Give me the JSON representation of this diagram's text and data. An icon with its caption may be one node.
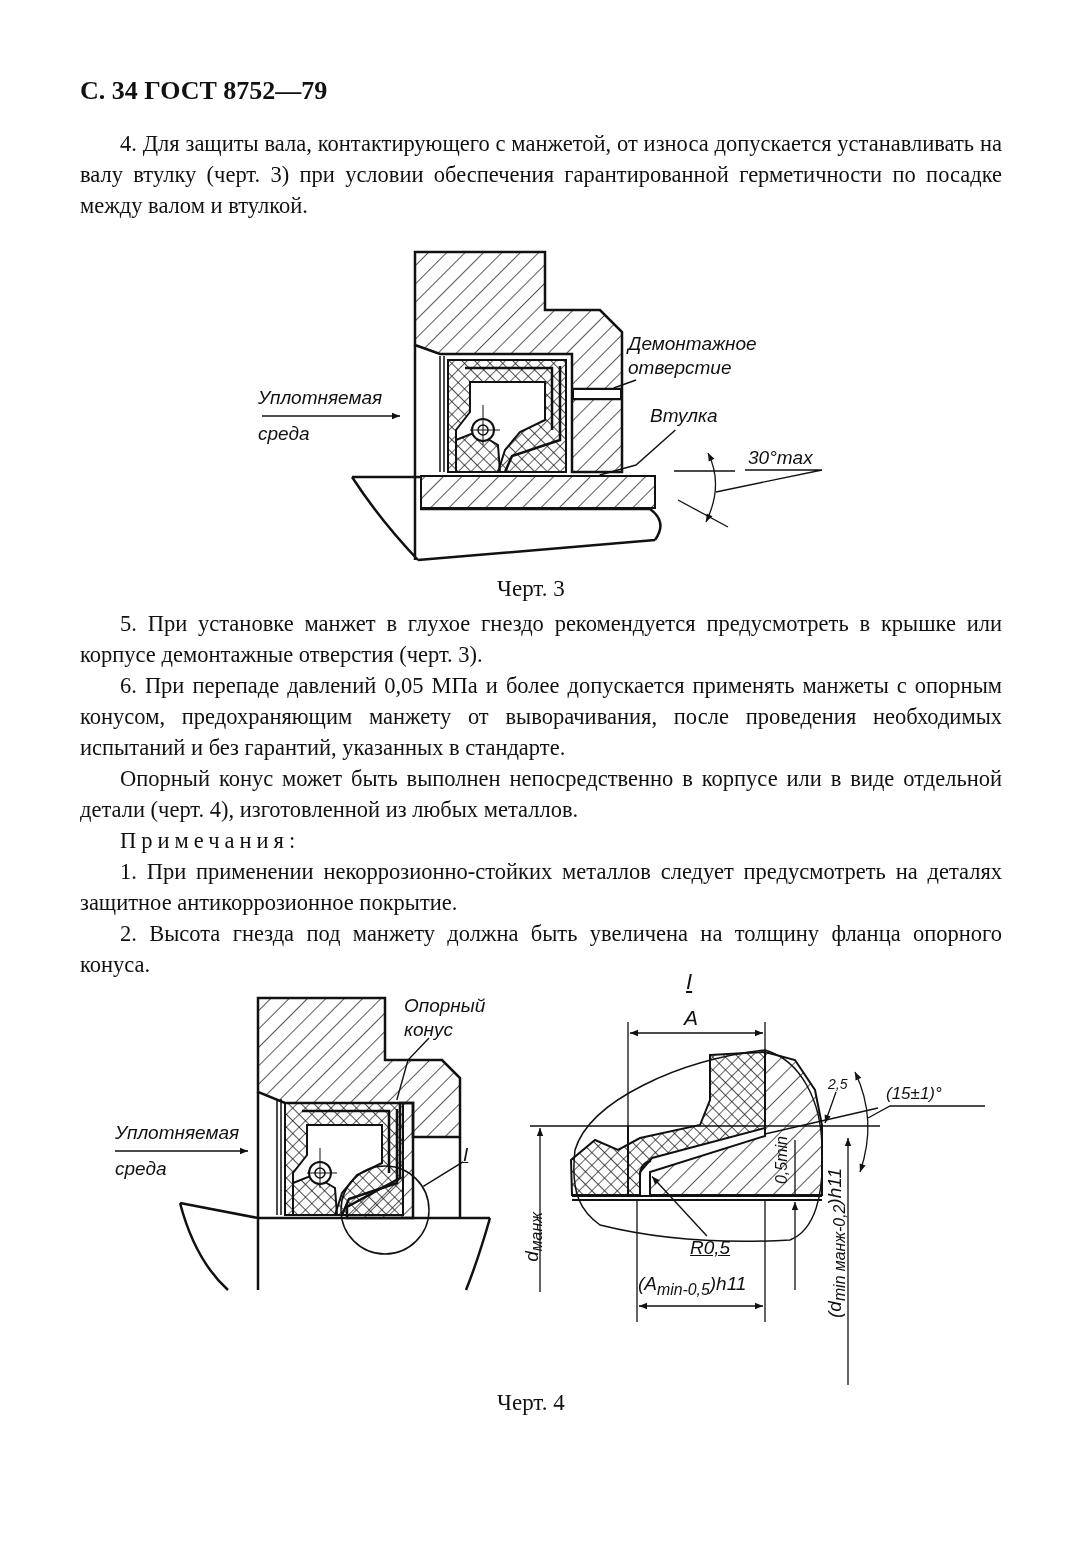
{
  "diagram": {
    "nodes": [
      {
        "text": [
          "Демонтажное отверстие"
        ]
      },
      {
        "text": [],
        "shape": "box"
      },
      {
        "text": [
          "Втулка"
        ]
      },
      {
        "text": [],
        "shape": "box"
      },
      {
        "text": [
          "Опорный конус"
        ]
      },
      {
        "text": [],
        "shape": "picture"
      },
      {
        "text": [
          "I"
        ]
      },
      {
        "text": [],
        "shape": "circle"
      },
      {
        "text": [
          "R0,5"
        ]
      },
      {
        "text": [],
        "shape": "picture"
      }
    ],
    "edges": [
      {
        "from": 0,
        "to": 1,
        "arrow": "none"
      },
      {
        "from": 2,
        "to": 3,
        "arrow": "none"
      },
      {
        "from": 4,
        "to": 5,
        "arrow": "none"
      },
      {
        "from": 6,
        "to": 7,
        "arrow": "none"
      },
      {
        "from": 8,
        "to": 9,
        "arrow": "to"
      }
    ],
    "labels": [
      "С. 34 ГОСТ 8752—79",
      "4. Для защиты вала, контактирующего с манжетой, от износа допускается устанавливать на валу втулку (черт. 3) при условии обеспечения гарантированной герметичности по посадке между валом и втулкой.",
      "Уплотняемая среда",
      "30°max",
      "Черт. 3",
      "5. При установке манжет в глухое гнездо рекомендуется предусмотреть в крышке или корпусе демонтажные отверстия (черт. 3).",
      "6. При перепаде давлений 0,05 МПа и более допускается применять манжеты с опорным конусом, предохраняющим манжету от выворачивания, после проведения необходимых испытаний и без гарантий, указанных в стандарте.",
      "Опорный конус может быть выполнен непосредственно в корпусе или в виде отдельной детали (черт. 4), изготовленной из любых металлов.",
      "Примечания:",
      "1. При применении некоррозионно-стойких металлов следует предусмотреть на деталях защитное антикоррозионное покрытие.",
      "2. Высота гнезда под манжету должна быть увеличена на толщину фланца опорного конуса.",
      "I",
      "Уплотняемая среда",
      "A",
      "2,5",
      "(15±1)°",
      "0,5min",
      "d$_{манж}$",
      "(A$_{min-0,5}$)h11",
      "(d$_{min манж-0,2}$)h11",
      "Черт. 4"
    ]
  }
}
